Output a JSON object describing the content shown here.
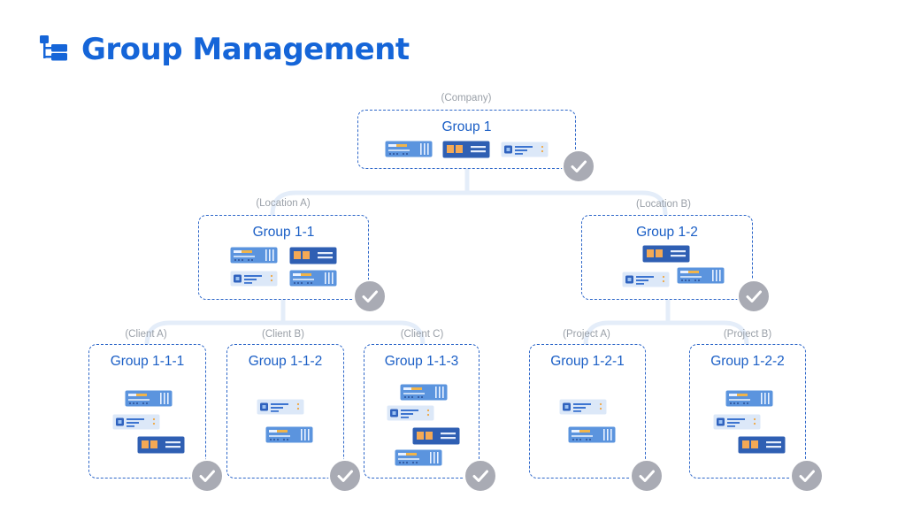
{
  "header": {
    "title": "Group Management",
    "icon": "hierarchy-icon",
    "accent_color": "#1565d8"
  },
  "tree": {
    "root": {
      "caption": "(Company)",
      "label": "Group 1",
      "status": "checked",
      "devices": [
        "switch",
        "router",
        "access-point"
      ],
      "children": [
        {
          "caption": "(Location A)",
          "label": "Group 1-1",
          "status": "checked",
          "devices": [
            "switch",
            "router",
            "access-point",
            "switch"
          ],
          "children": [
            {
              "caption": "(Client A)",
              "label": "Group 1-1-1",
              "status": "checked",
              "devices": [
                "switch",
                "access-point",
                "router"
              ]
            },
            {
              "caption": "(Client B)",
              "label": "Group 1-1-2",
              "status": "checked",
              "devices": [
                "access-point",
                "switch"
              ]
            },
            {
              "caption": "(Client C)",
              "label": "Group 1-1-3",
              "status": "checked",
              "devices": [
                "switch",
                "access-point",
                "router",
                "switch"
              ]
            }
          ]
        },
        {
          "caption": "(Location B)",
          "label": "Group 1-2",
          "status": "checked",
          "devices": [
            "router",
            "access-point",
            "switch"
          ],
          "children": [
            {
              "caption": "(Project A)",
              "label": "Group 1-2-1",
              "status": "checked",
              "devices": [
                "access-point",
                "switch"
              ]
            },
            {
              "caption": "(Project B)",
              "label": "Group 1-2-2",
              "status": "checked",
              "devices": [
                "switch",
                "access-point",
                "router"
              ]
            }
          ]
        }
      ]
    }
  },
  "colors": {
    "box_border": "#2e67c9",
    "connector": "#e4edf9",
    "switch": "#5b94de",
    "router": "#2f5fb3",
    "access_point": "#dce8f8",
    "check_badge": "#a9abb4"
  }
}
